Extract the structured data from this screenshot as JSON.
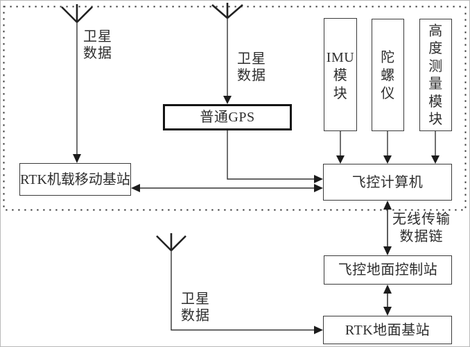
{
  "airborne": {
    "rtk_airborne_box": "RTK机载移动基站",
    "gps_box": "普通GPS",
    "imu_box": "IMU\n模\n块",
    "gyro_box": "陀\n螺\n仪",
    "altitude_box": "高\n度\n测\n量\n模\n块",
    "flight_computer_box": "飞控计算机",
    "satellite_label_left": "卫星\n数据",
    "satellite_label_mid": "卫星\n数据"
  },
  "ground": {
    "ground_station_box": "飞控地面控制站",
    "rtk_ground_box": "RTK地面基站",
    "satellite_label_bottom": "卫星\n数据",
    "wireless_link_label": "无线传输\n数据链"
  },
  "colors": {
    "line": "#333333",
    "text": "#2d2d2d",
    "background": "#ffffff"
  }
}
